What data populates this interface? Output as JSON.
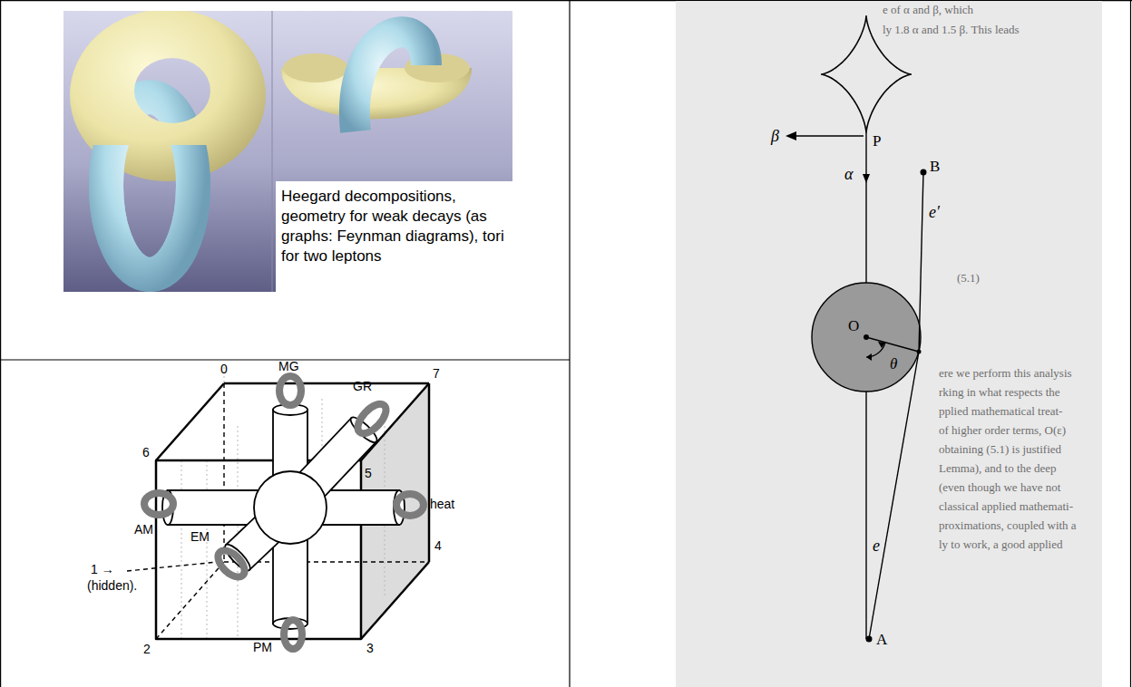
{
  "diagram": {
    "nodes": [
      {
        "text": [
          "Heegard decompositions, geometry for weak decays (as graphs: Feynman diagrams), tori for two leptons"
        ]
      }
    ],
    "labels": [
      "0",
      "MG",
      "GR",
      "7",
      "6",
      "5",
      "heat",
      "AM",
      "4",
      "1 →",
      "(hidden).",
      "EM",
      "2",
      "PM",
      "3",
      "β",
      "P",
      "α",
      "B",
      "e′",
      "O",
      "θ",
      "e",
      "A",
      "e of α and β, which",
      "ly 1.8 α and 1.5 β. This leads",
      "(5.1)",
      "ere we perform this analysis",
      "rking in what respects the",
      "pplied mathematical treat-",
      "of higher order terms, O(ε)",
      "obtaining (5.1) is justified",
      "Lemma), and to the deep",
      "(even though we have not",
      "classical applied mathemati-",
      "proximations, coupled with a",
      "ly to work, a good applied"
    ]
  }
}
